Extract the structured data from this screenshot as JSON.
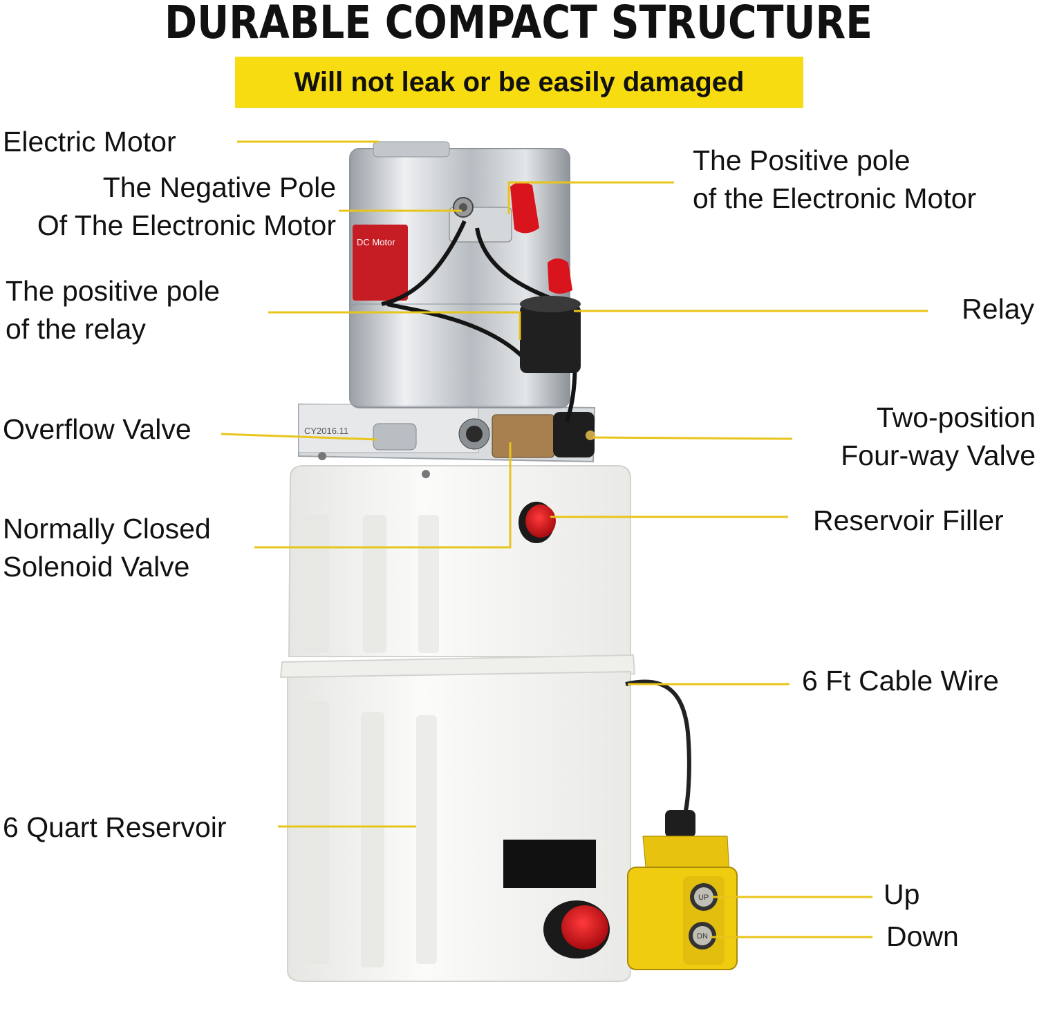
{
  "header": {
    "title": "DURABLE COMPACT STRUCTURE",
    "subtitle": "Will not leak or be easily damaged"
  },
  "product": {
    "motor_plate_text": "DC Motor"
  },
  "callouts": {
    "electric_motor": "Electric Motor",
    "negative_pole": [
      "The Negative Pole",
      "Of The Electronic Motor"
    ],
    "positive_pole_relay": [
      "The positive pole",
      "of the relay"
    ],
    "overflow_valve": "Overflow Valve",
    "solenoid_valve": [
      "Normally Closed",
      "Solenoid Valve"
    ],
    "quart_reservoir": "6 Quart Reservoir",
    "positive_pole_motor": [
      "The Positive pole",
      "of the Electronic Motor"
    ],
    "relay": "Relay",
    "four_way_valve": [
      "Two-position",
      "Four-way Valve"
    ],
    "reservoir_filler": "Reservoir Filler",
    "cable_wire": "6 Ft Cable Wire",
    "up": "Up",
    "down": "Down"
  },
  "colors": {
    "accent_yellow": "#f7dc12",
    "leader_line": "#e8c51a",
    "cap_red": "#d8141c",
    "tank_white": "#f4f4f2",
    "metal": "#c9ccd0"
  }
}
